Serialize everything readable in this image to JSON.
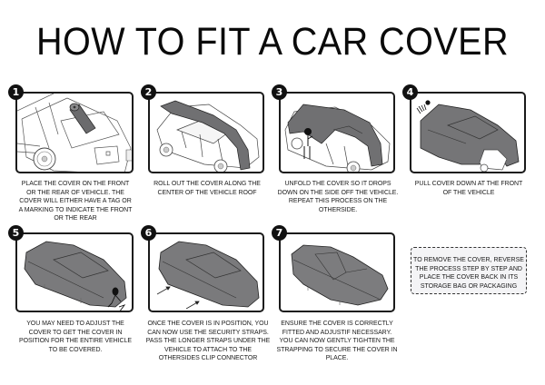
{
  "page": {
    "title": "HOW TO FIT A CAR COVER"
  },
  "colors": {
    "cover_gray": "#7d7d7f",
    "cover_dark": "#5a5a5c",
    "outline": "#1a1a1a",
    "note_bg": "#f4f4f6"
  },
  "steps": [
    {
      "number": "1",
      "caption": "PLACE THE COVER ON THE FRONT OR THE REAR OF VEHICLE. THE COVER WILL EITHER HAVE A TAG OR A MARKING TO INDICATE THE FRONT OR THE REAR",
      "illustration": "car-rear-with-rolled-cover"
    },
    {
      "number": "2",
      "caption": "ROLL OUT THE COVER ALONG THE CENTER OF THE VEHICLE ROOF",
      "illustration": "car-with-cover-strip-on-roof"
    },
    {
      "number": "3",
      "caption": "UNFOLD THE COVER SO IT DROPS DOWN ON THE SIDE OFF THE VEHICLE. REPEAT THIS PROCESS ON THE OTHERSIDE.",
      "illustration": "person-unfolding-cover"
    },
    {
      "number": "4",
      "caption": "PULL COVER DOWN AT THE FRONT OF THE VEHICLE",
      "illustration": "cover-pulled-down-front"
    },
    {
      "number": "5",
      "caption": "YOU MAY NEED TO ADJUST THE COVER TO GET THE COVER IN POSITION FOR THE ENTIRE VEHICLE TO BE COVERED.",
      "illustration": "person-adjusting-cover"
    },
    {
      "number": "6",
      "caption": "ONCE THE COVER IS IN POSITION, YOU CAN NOW USE THE SECURITY STRAPS. PASS THE LONGER STRAPS UNDER THE VEHICLE TO ATTACH TO THE OTHERSIDES CLIP CONNECTOR",
      "illustration": "security-straps-arrows"
    },
    {
      "number": "7",
      "caption": "ENSURE THE COVER IS CORRECTLY FITTED AND ADJUSTIF NECESSARY. YOU CAN NOW GENTLY TIGHTEN THE STRAPPING TO SECURE THE COVER IN PLACE.",
      "illustration": "fully-covered-car"
    }
  ],
  "note": {
    "text": "TO REMOVE THE COVER, REVERSE THE PROCESS STEP BY STEP AND PLACE THE COVER BACK IN ITS STORAGE BAG OR PACKAGING"
  }
}
